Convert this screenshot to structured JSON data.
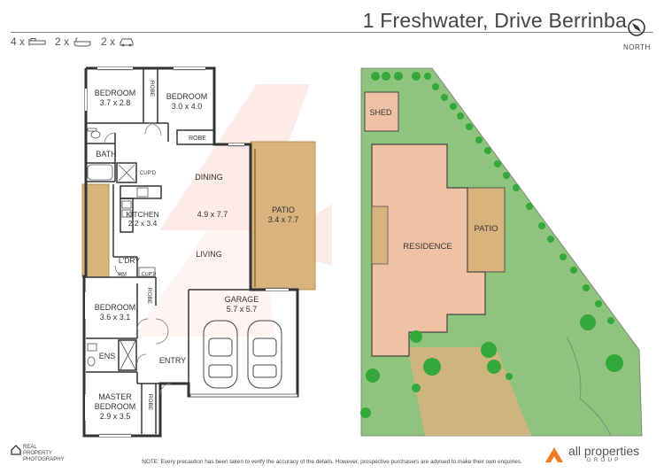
{
  "header": {
    "address": "1 Freshwater, Drive Berrinba",
    "compass_label": "NORTH"
  },
  "features": [
    {
      "count": "4 x",
      "icon": "bed-icon"
    },
    {
      "count": "2 x",
      "icon": "bath-icon"
    },
    {
      "count": "2 x",
      "icon": "car-icon"
    }
  ],
  "floorplan": {
    "bedroom_top_left": {
      "name": "BEDROOM",
      "size": "3.7 x 2.8"
    },
    "robe_1": "ROBE",
    "bedroom_top_right": {
      "name": "BEDROOM",
      "size": "3.0 x 4.0"
    },
    "robe_2": "ROBE",
    "bath": "BATH",
    "cupd_1": "CUP'D",
    "dining": "DINING",
    "kitchen": {
      "name": "KITCHEN",
      "size": "2.2 x 3.4"
    },
    "dining_living_size": "4.9 x 7.7",
    "living": "LIVING",
    "patio": {
      "name": "PATIO",
      "size": "3.4 x 7.7"
    },
    "laundry": "L'DRY",
    "wm": "WM",
    "cupd_2": "CUP'D",
    "bedroom_mid": {
      "name": "BEDROOM",
      "size": "3.6 x 3.1"
    },
    "robe_3": "ROBE",
    "garage": {
      "name": "GARAGE",
      "size": "5.7 x 5.7"
    },
    "ens": "ENS",
    "entry": "ENTRY",
    "master": {
      "name": "MASTER",
      "name2": "BEDROOM",
      "size": "2.9 x 3.5"
    },
    "robe_4": "ROBE"
  },
  "siteplan": {
    "shed": "SHED",
    "residence": "RESIDENCE",
    "patio": "PATIO"
  },
  "footer": {
    "note": "NOTE: Every precaution has been taken to verify the accuracy of the details. However, prospective purchasers are advised to make their own enquiries.",
    "rpp_line1": "REAL",
    "rpp_line2": "PROPERTY",
    "rpp_line3": "PHOTOGRAPHY",
    "agency_name": "all properties",
    "agency_group": "GROUP"
  },
  "colors": {
    "patio": "#d8b37c",
    "lawn": "#8fc47e",
    "tree": "#35a83a",
    "residence": "#efc2a6",
    "walls": "#333333",
    "watermark": "#f7c3b4",
    "agency_orange": "#f27b21"
  }
}
